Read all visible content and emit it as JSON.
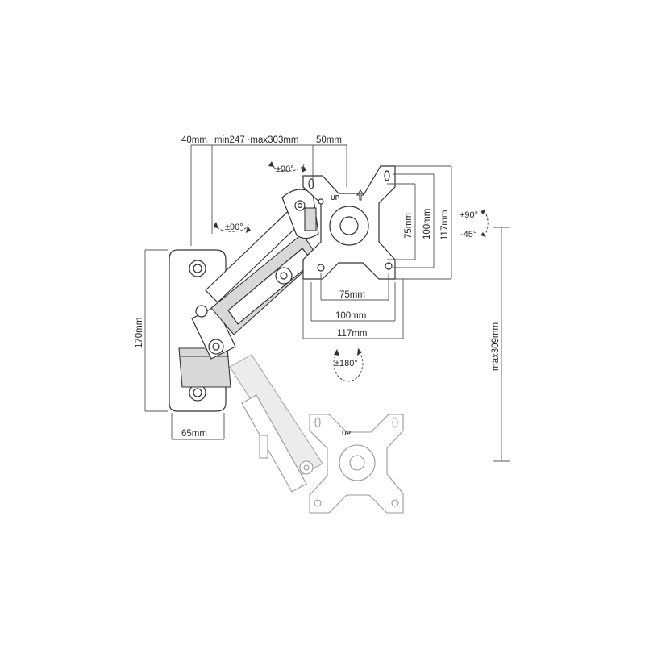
{
  "dimensions": {
    "wall_offset": "40mm",
    "arm_extension": "min247~max303mm",
    "plate_offset": "50mm",
    "plate_height_vesa_75": "75mm",
    "plate_height_vesa_100": "100mm",
    "plate_height_117": "117mm",
    "plate_width_vesa_75": "75mm",
    "plate_width_vesa_100": "100mm",
    "plate_width_117": "117mm",
    "wall_plate_height": "170mm",
    "wall_plate_width": "65mm",
    "vertical_travel": "max309mm"
  },
  "rotations": {
    "swivel_top": "±90°",
    "swivel_arm": "±90°",
    "tilt_up": "+90°",
    "tilt_down": "-45°",
    "rotation": "±180°"
  },
  "plate_label_up": "UP",
  "colors": {
    "line": "#333333",
    "ghost_line": "#9a9a9a",
    "shade": "#d8d8d8"
  }
}
